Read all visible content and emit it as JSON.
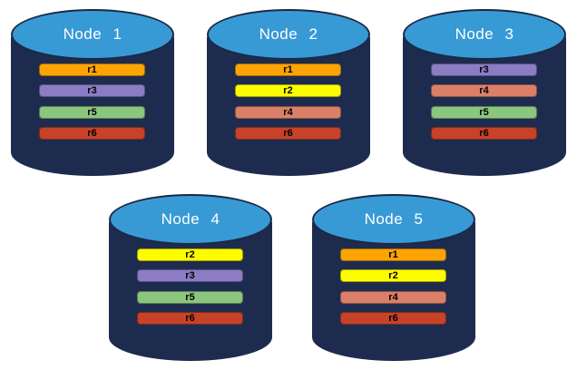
{
  "colors": {
    "body": "#1D2C4E",
    "top_face": "#389AD5",
    "outline": "#1A2946",
    "label_text": "#FFFFFF",
    "bar_text": "#000000",
    "r1": "#FCA404",
    "r2": "#FDFD00",
    "r3": "#8B7CC3",
    "r4": "#DB8068",
    "r5": "#8CC57E",
    "r6": "#C64228"
  },
  "nodes": [
    {
      "label": "Node 1",
      "replicas": [
        "r1",
        "r3",
        "r5",
        "r6"
      ]
    },
    {
      "label": "Node 2",
      "replicas": [
        "r1",
        "r2",
        "r4",
        "r6"
      ]
    },
    {
      "label": "Node 3",
      "replicas": [
        "r3",
        "r4",
        "r5",
        "r6"
      ]
    },
    {
      "label": "Node 4",
      "replicas": [
        "r2",
        "r3",
        "r5",
        "r6"
      ]
    },
    {
      "label": "Node 5",
      "replicas": [
        "r1",
        "r2",
        "r4",
        "r6"
      ]
    }
  ]
}
